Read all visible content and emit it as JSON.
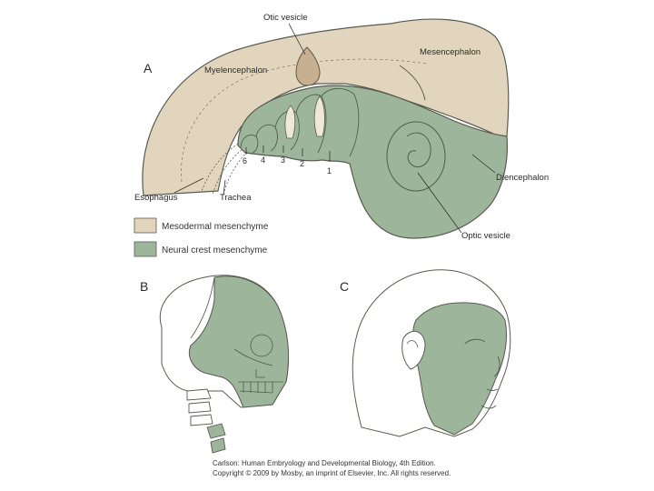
{
  "panels": {
    "a": "A",
    "b": "B",
    "c": "C"
  },
  "labels": {
    "otic_vesicle": "Otic vesicle",
    "mesencephalon": "Mesencephalon",
    "myelencephalon": "Myelencephalon",
    "diencephalon": "Diencephalon",
    "optic_vesicle": "Optic vesicle",
    "esophagus": "Esophagus",
    "trachea": "Trachea"
  },
  "arch_numbers": [
    "6",
    "4",
    "3",
    "2",
    "1"
  ],
  "legend": {
    "items": [
      {
        "label": "Mesodermal mesenchyme",
        "color": "#e1d6bd"
      },
      {
        "label": "Neural crest mesenchyme",
        "color": "#9db59b"
      }
    ]
  },
  "colors": {
    "mesoderm": "#e1d6bd",
    "neural_crest": "#9db59b",
    "otic": "#c7b08f",
    "line": "#5a5a52"
  },
  "caption": {
    "line1": "Carlson: Human Embryology and Developmental Biology, 4th Edition.",
    "line2": "Copyright © 2009 by Mosby, an imprint of Elsevier, Inc. All rights reserved."
  }
}
